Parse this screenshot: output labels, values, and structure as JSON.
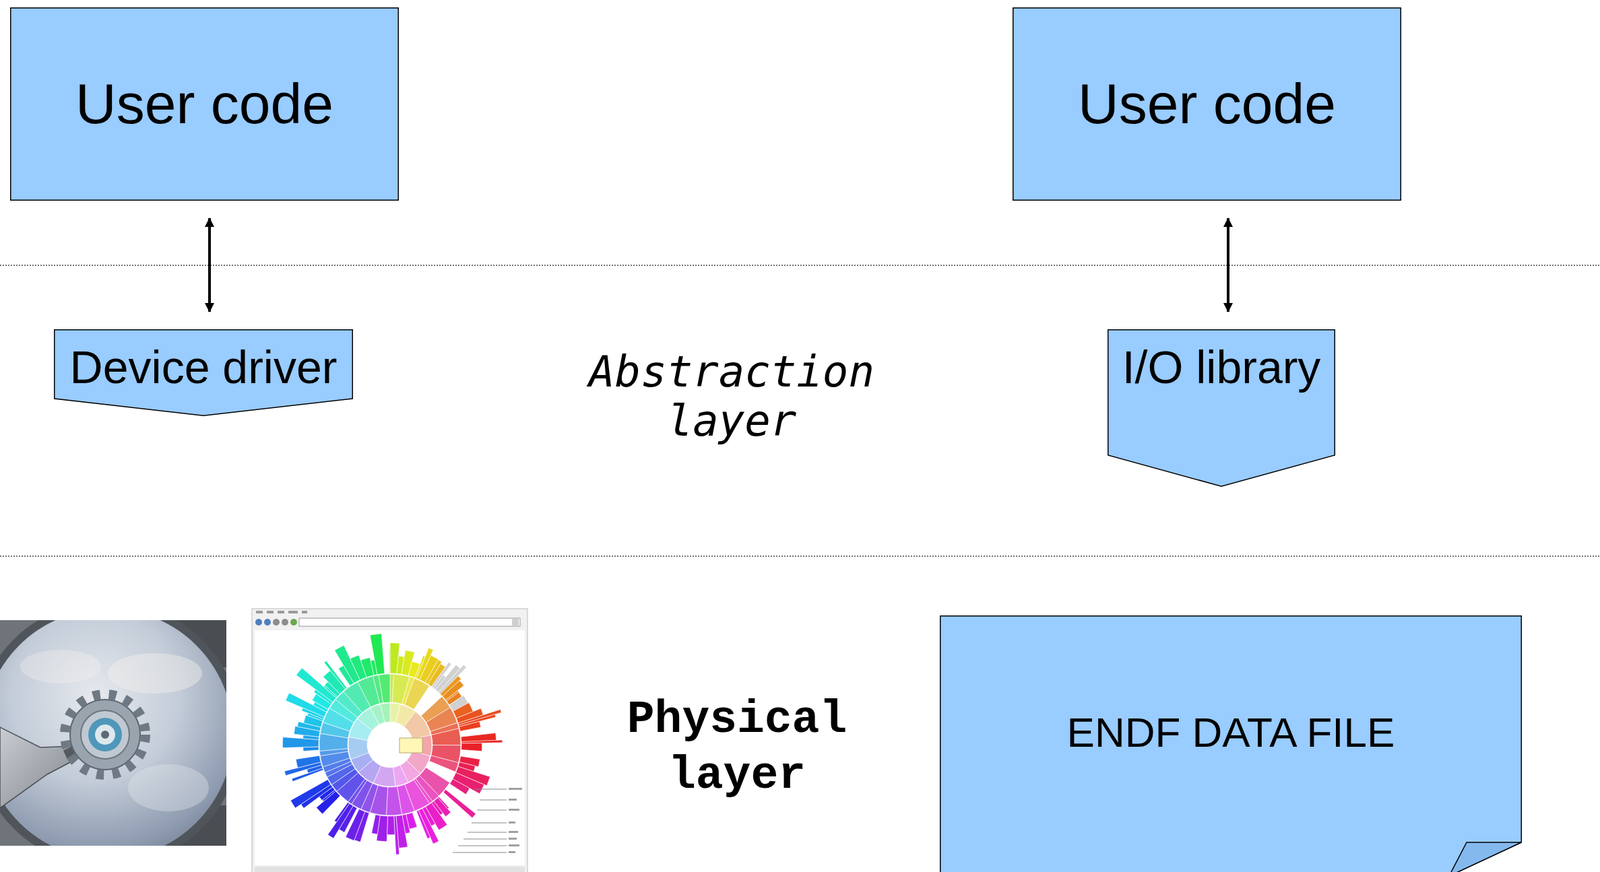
{
  "diagram": {
    "nodes": [
      {
        "text": [
          "User code"
        ]
      },
      {
        "text": [
          "User code"
        ]
      },
      {
        "text": [
          "Device driver"
        ]
      },
      {
        "text": [
          "I/O library"
        ]
      },
      {
        "text": [
          "ENDF DATA FILE"
        ]
      }
    ],
    "edges": [
      {
        "from": 0,
        "to": 2,
        "arrow": "both"
      },
      {
        "from": 1,
        "to": 3,
        "arrow": "both"
      }
    ],
    "labels": [
      "Abstraction layer",
      "Physical layer"
    ]
  }
}
